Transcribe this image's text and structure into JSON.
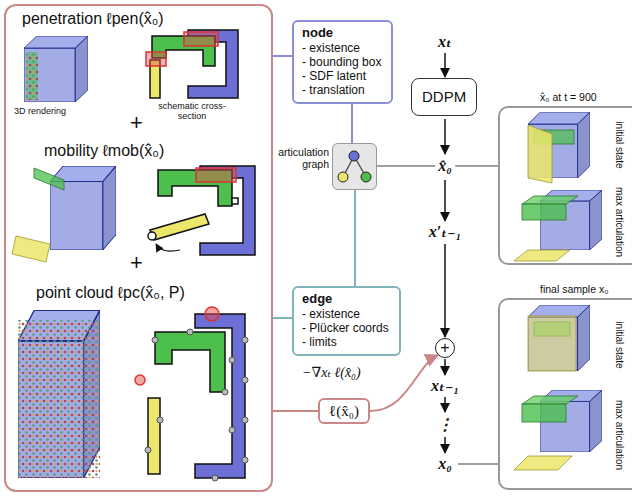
{
  "diagram": {
    "nodes": [
      {
        "text": [
          "penetration ℓpen(x̂₀)",
          "3D rendering",
          "schematic cross-section",
          "+",
          "mobility ℓmob(x̂₀)",
          "+",
          "point cloud ℓpc(x̂₀, P)"
        ]
      },
      {
        "text": [
          "node",
          "- existence",
          "- bounding box",
          "- SDF latent",
          "- translation"
        ]
      },
      {
        "text": [
          "articulation graph"
        ]
      },
      {
        "text": [
          "edge",
          "- existence",
          "- Plücker coords",
          "- limits"
        ]
      },
      {
        "text": [
          "DDPM"
        ]
      },
      {
        "text": [
          "x̂₀ at t = 900",
          "initial state",
          "max articulation"
        ]
      },
      {
        "text": [
          "+"
        ]
      },
      {
        "text": [
          "final sample x₀",
          "initial state",
          "max articulation"
        ]
      },
      {
        "text": [
          "ℓ(x̂₀)"
        ]
      }
    ],
    "edges": [
      {
        "from": 1,
        "to": 0,
        "arrow": "none"
      },
      {
        "from": 1,
        "to": 2,
        "arrow": "none"
      },
      {
        "from": 3,
        "to": 0,
        "arrow": "none"
      },
      {
        "from": 3,
        "to": 2,
        "arrow": "none"
      },
      {
        "from": 2,
        "to": 5,
        "arrow": "none"
      },
      {
        "from": 0,
        "to": 8,
        "arrow": "none"
      },
      {
        "from": 8,
        "to": 6,
        "arrow": "to",
        "label": "−∇xₜ ℓ(x̂₀)"
      }
    ],
    "labels": [
      "xₜ",
      "x̂₀",
      "x′ₜ₋₁",
      "xₜ₋₁",
      "⋮",
      "x₀"
    ]
  }
}
